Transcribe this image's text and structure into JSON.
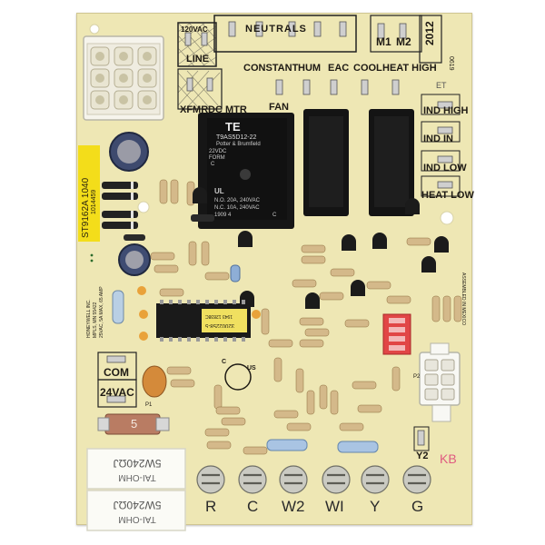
{
  "header": {
    "model": "2012",
    "date_code": "0619",
    "et": "ET"
  },
  "labels": {
    "neutrals": "NEUTRALS",
    "vac_line": "120VAC",
    "line": "LINE",
    "m1": "M1",
    "m2": "M2",
    "constant": "CONSTANT",
    "hum": "HUM",
    "eac": "EAC",
    "cool": "COOL",
    "heat_high": "HEAT HIGH",
    "xfmr": "XFMR",
    "dc_mtr": "DC MTR",
    "fan": "FAN",
    "ind_high": "IND HIGH",
    "ind_in": "IND IN",
    "ind_low": "IND LOW",
    "heat_low": "HEAT LOW",
    "com": "COM",
    "vac24": "24VAC",
    "kb": "KB",
    "y2": "Y2",
    "p2": "P2",
    "p1": "P1",
    "assembled": "ASSEMBLED IN MEXICO",
    "c_mark": "C",
    "us_mark": "US"
  },
  "sticker": {
    "part": "ST9162A 1040",
    "sub": "1014459"
  },
  "honeywell_text": [
    "HONEYWELL INC.",
    "MPLS, MN 55422",
    "25VAC, 5A MAX, 65 AMP"
  ],
  "relay": {
    "brand": "TE",
    "model": "T9AS5D12-22",
    "maker": "Potter & Brumfield",
    "coil": "22VDC",
    "form": "FORM",
    "form_letter": "C",
    "ul": "UL",
    "rating_no": "N.O. 20A, 240VAC",
    "rating_nc": "N.C. 10A, 240VAC",
    "date": "1909 4",
    "date_c": "C"
  },
  "chip": {
    "line1": "1943 12838C",
    "line2": "32002258-5"
  },
  "fuse": {
    "value": "5"
  },
  "resistors": [
    {
      "line1": "5W240ΩJ",
      "line2": "TAI-OHM"
    },
    {
      "line1": "5W240ΩJ",
      "line2": "TAI-OHM"
    }
  ],
  "terminals": [
    "R",
    "C",
    "W2",
    "WI",
    "Y",
    "G"
  ],
  "colors": {
    "board": "#eee7b4",
    "silkscreen": "#1e1a14",
    "relay": "#161616",
    "sticker": "#f3dd1a",
    "dip_switch": "#e14646",
    "fuse": "#b97c63"
  }
}
